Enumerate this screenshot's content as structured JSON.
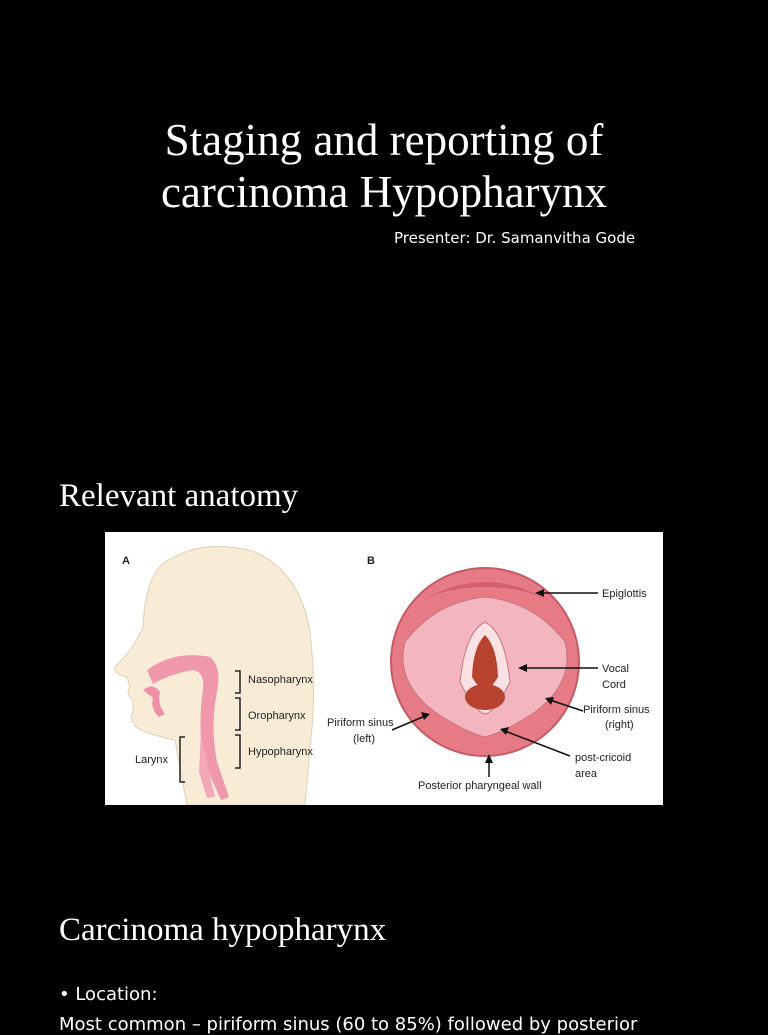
{
  "slide1": {
    "title_line1": "Staging and reporting of",
    "title_line2": "carcinoma Hypopharynx",
    "presenter": "Presenter: Dr. Samanvitha Gode"
  },
  "slide2": {
    "heading": "Relevant anatomy",
    "figure": {
      "panel_a": "A",
      "panel_b": "B",
      "labels_a": {
        "nasopharynx": "Nasopharynx",
        "oropharynx": "Oropharynx",
        "hypopharynx": "Hypopharynx",
        "larynx": "Larynx"
      },
      "labels_b": {
        "epiglottis": "Epiglottis",
        "vocal_cord_1": "Vocal",
        "vocal_cord_2": "Cord",
        "piriform_right_1": "Piriform sinus",
        "piriform_right_2": "(right)",
        "piriform_left_1": "Piriform sinus",
        "piriform_left_2": "(left)",
        "post_cricoid_1": "post-cricoid",
        "post_cricoid_2": "area",
        "posterior_wall": "Posterior pharyngeal wall"
      }
    }
  },
  "slide3": {
    "heading": "Carcinoma hypopharynx",
    "bullet": "• Location:",
    "bullet2": "Most common – piriform sinus (60 to 85%) followed by posterior"
  },
  "colors": {
    "background": "#000000",
    "text": "#ffffff",
    "skin": "#f8ecd6",
    "pharynx_pink": "#ee8fa6",
    "circle_fill": "#e77b85"
  }
}
